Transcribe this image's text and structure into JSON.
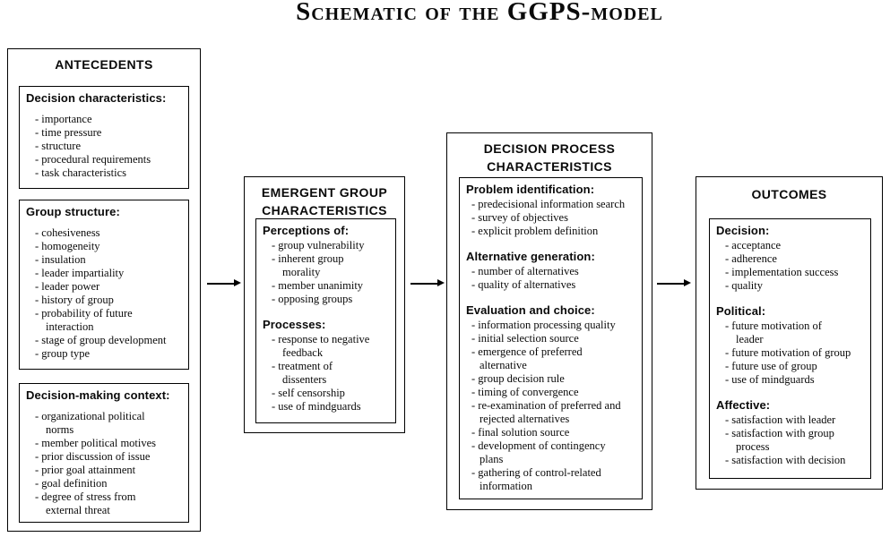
{
  "title": "Schematic of the GGPS-model",
  "icons": {
    "flow_arrow": "→"
  },
  "boxes": {
    "antecedents": {
      "title": "ANTECEDENTS",
      "sections": [
        {
          "heading": "Decision characteristics:",
          "items": [
            "- importance",
            "- time pressure",
            "- structure",
            "- procedural requirements",
            "- task characteristics"
          ]
        },
        {
          "heading": "Group structure:",
          "items": [
            "- cohesiveness",
            "- homogeneity",
            "- insulation",
            "- leader impartiality",
            "- leader power",
            "- history of group",
            "- probability of future\ninteraction",
            "- stage of group development",
            "- group type"
          ]
        },
        {
          "heading": "Decision-making context:",
          "items": [
            "- organizational political\nnorms",
            "- member political motives",
            "- prior discussion of issue",
            "- prior goal attainment",
            "- goal definition",
            "- degree of stress from\nexternal threat"
          ]
        }
      ]
    },
    "emergent_group": {
      "title": "EMERGENT GROUP\nCHARACTERISTICS",
      "sections": [
        {
          "heading": "Perceptions of:",
          "items": [
            "- group vulnerability",
            "- inherent group\nmorality",
            "- member unanimity",
            "- opposing groups"
          ]
        },
        {
          "heading": "Processes:",
          "items": [
            "- response to negative\nfeedback",
            "- treatment of\ndissenters",
            "- self censorship",
            "- use of mindguards"
          ]
        }
      ]
    },
    "decision_process": {
      "title": "DECISION PROCESS\nCHARACTERISTICS",
      "sections": [
        {
          "heading": "Problem identification:",
          "items": [
            "- predecisional information search",
            "- survey of objectives",
            "- explicit problem definition"
          ]
        },
        {
          "heading": "Alternative generation:",
          "items": [
            "- number of alternatives",
            "- quality of alternatives"
          ]
        },
        {
          "heading": "Evaluation and choice:",
          "items": [
            "- information processing quality",
            "- initial selection source",
            "- emergence of preferred\nalternative",
            "- group decision rule",
            "- timing of convergence",
            "- re-examination of preferred and\nrejected alternatives",
            "- final solution source",
            "- development of contingency\nplans",
            "- gathering of control-related\ninformation"
          ]
        }
      ]
    },
    "outcomes": {
      "title": "OUTCOMES",
      "sections": [
        {
          "heading": "Decision:",
          "items": [
            "- acceptance",
            "- adherence",
            "- implementation success",
            "- quality"
          ]
        },
        {
          "heading": "Political:",
          "items": [
            "- future motivation of\nleader",
            "- future motivation of group",
            "- future use of group",
            "- use of mindguards"
          ]
        },
        {
          "heading": "Affective:",
          "items": [
            "- satisfaction with leader",
            "- satisfaction with group\nprocess",
            "- satisfaction with decision"
          ]
        }
      ]
    }
  }
}
